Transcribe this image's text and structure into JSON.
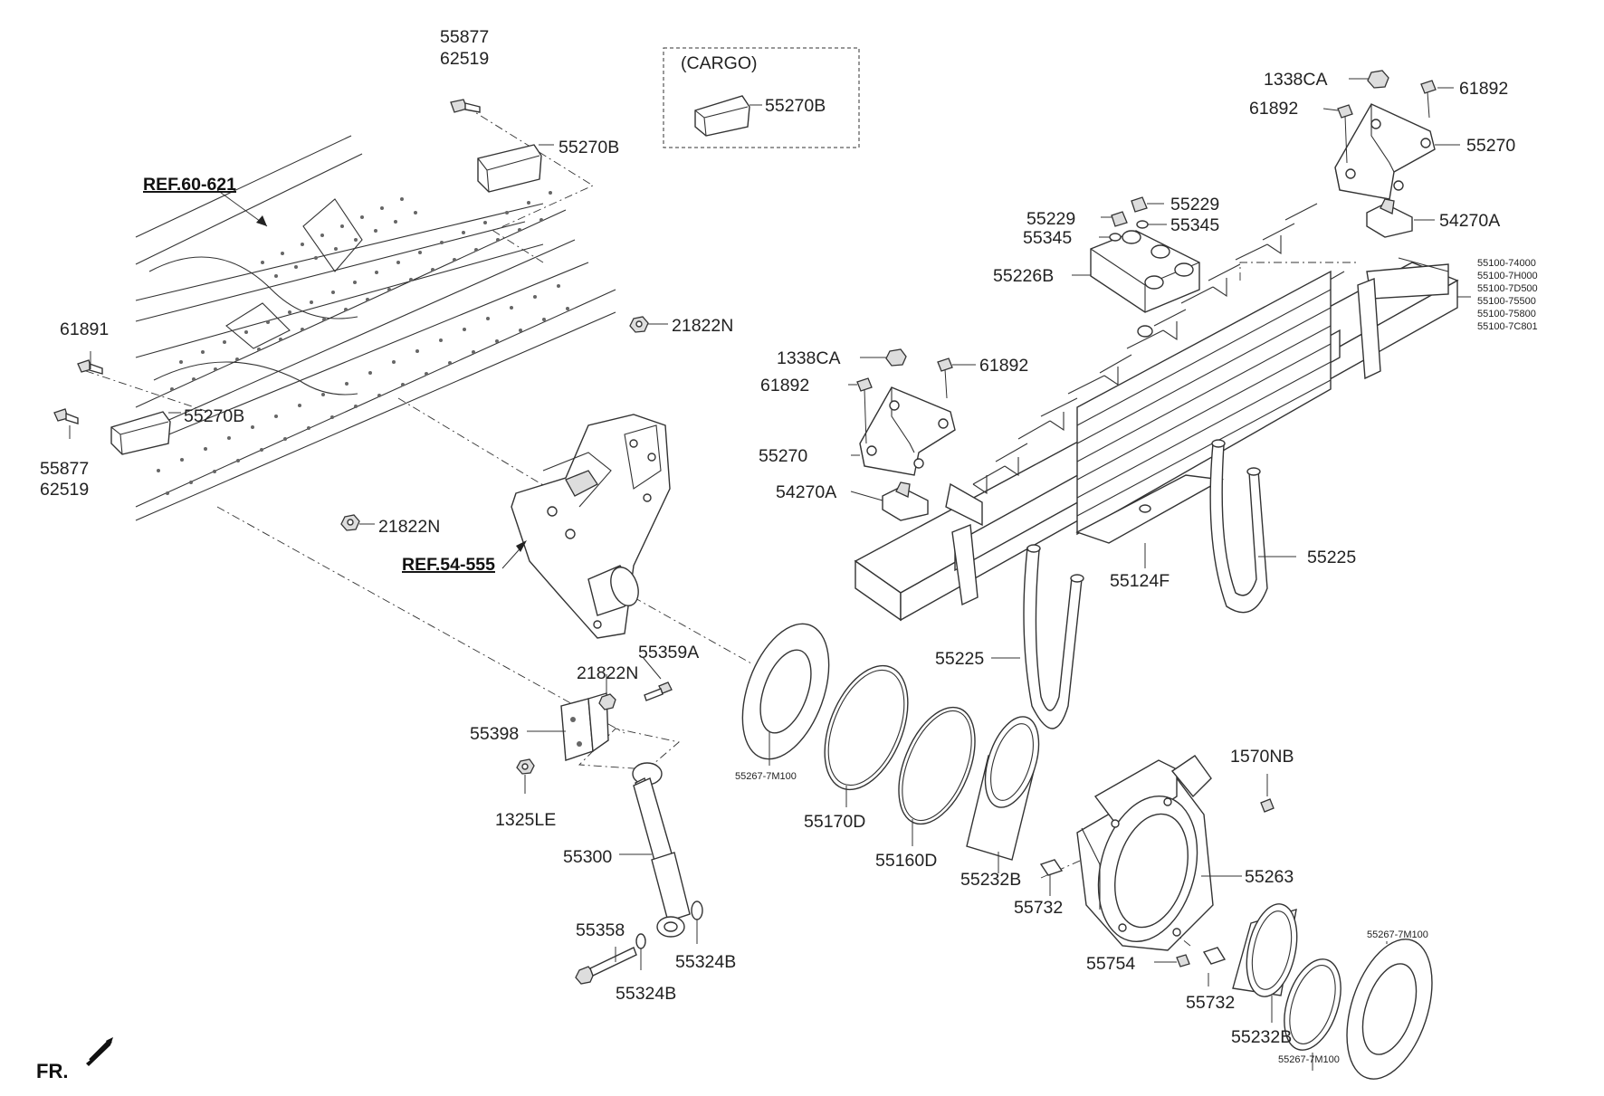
{
  "labels": {
    "p55877_top": "55877",
    "p62519_top": "62519",
    "cargo": "(CARGO)",
    "p55270B_cargo": "55270B",
    "p55270B_top": "55270B",
    "ref60": "REF.60-621",
    "p61891": "61891",
    "p55270B_left": "55270B",
    "p55877_left": "55877",
    "p62519_left": "62519",
    "p21822N_a": "21822N",
    "p21822N_b": "21822N",
    "ref54": "REF.54-555",
    "p55359A": "55359A",
    "p21822N_c": "21822N",
    "p55398": "55398",
    "p1325LE": "1325LE",
    "p55300": "55300",
    "p55358": "55358",
    "p55324B_a": "55324B",
    "p55324B_b": "55324B",
    "p55267_a": "55267-7M100",
    "p55170D": "55170D",
    "p55160D": "55160D",
    "p55232B_a": "55232B",
    "p55732_a": "55732",
    "p55225_a": "55225",
    "p55124F": "55124F",
    "p55225_b": "55225",
    "p1570NB": "1570NB",
    "p55263": "55263",
    "p55754": "55754",
    "p55732_b": "55732",
    "p55232B_b": "55232B",
    "p55267_b": "55267-7M100",
    "p55267_c": "55267-7M100",
    "p1338CA_a": "1338CA",
    "p61892_a": "61892",
    "p61892_b": "61892",
    "p55270_a": "55270",
    "p54270A_a": "54270A",
    "p55229_a": "55229",
    "p55229_b": "55229",
    "p55345_a": "55345",
    "p55345_b": "55345",
    "p55226B": "55226B",
    "p1338CA_b": "1338CA",
    "p61892_c": "61892",
    "p61892_d": "61892",
    "p55270_b": "55270",
    "p54270A_b": "54270A",
    "fr": "FR."
  },
  "spring_variants": [
    "55100-74000",
    "55100-7H000",
    "55100-7D500",
    "55100-75500",
    "55100-75800",
    "55100-7C801"
  ]
}
